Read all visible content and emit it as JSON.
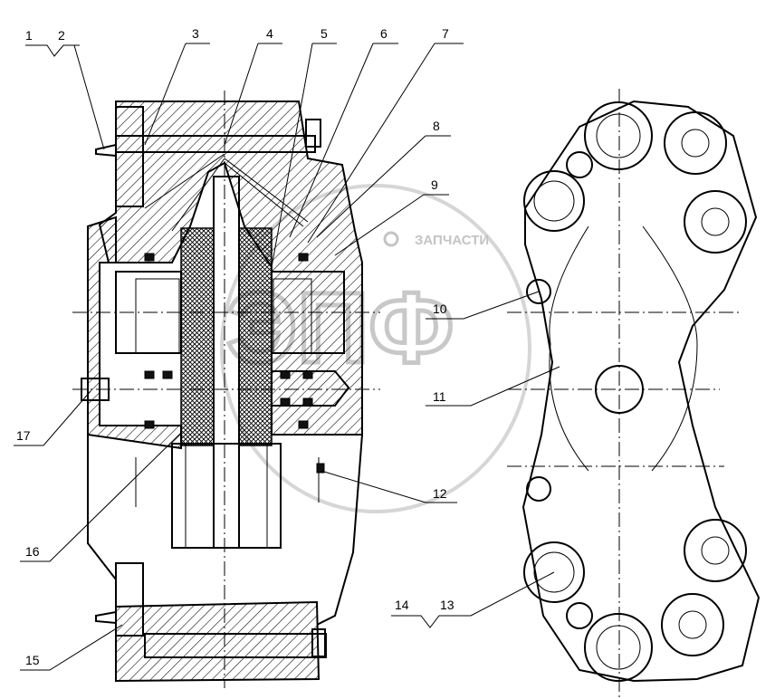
{
  "watermark": {
    "brand_text": "ЗАПЧАСТИ",
    "logo_letters": "ЭПФ"
  },
  "callouts": [
    {
      "id": "c1",
      "label": "1"
    },
    {
      "id": "c2",
      "label": "2"
    },
    {
      "id": "c3",
      "label": "3"
    },
    {
      "id": "c4",
      "label": "4"
    },
    {
      "id": "c5",
      "label": "5"
    },
    {
      "id": "c6",
      "label": "6"
    },
    {
      "id": "c7",
      "label": "7"
    },
    {
      "id": "c8",
      "label": "8"
    },
    {
      "id": "c9",
      "label": "9"
    },
    {
      "id": "c10",
      "label": "10"
    },
    {
      "id": "c11",
      "label": "11"
    },
    {
      "id": "c12",
      "label": "12"
    },
    {
      "id": "c13",
      "label": "13"
    },
    {
      "id": "c14",
      "label": "14"
    },
    {
      "id": "c15",
      "label": "15"
    },
    {
      "id": "c16",
      "label": "16"
    },
    {
      "id": "c17",
      "label": "17"
    }
  ]
}
